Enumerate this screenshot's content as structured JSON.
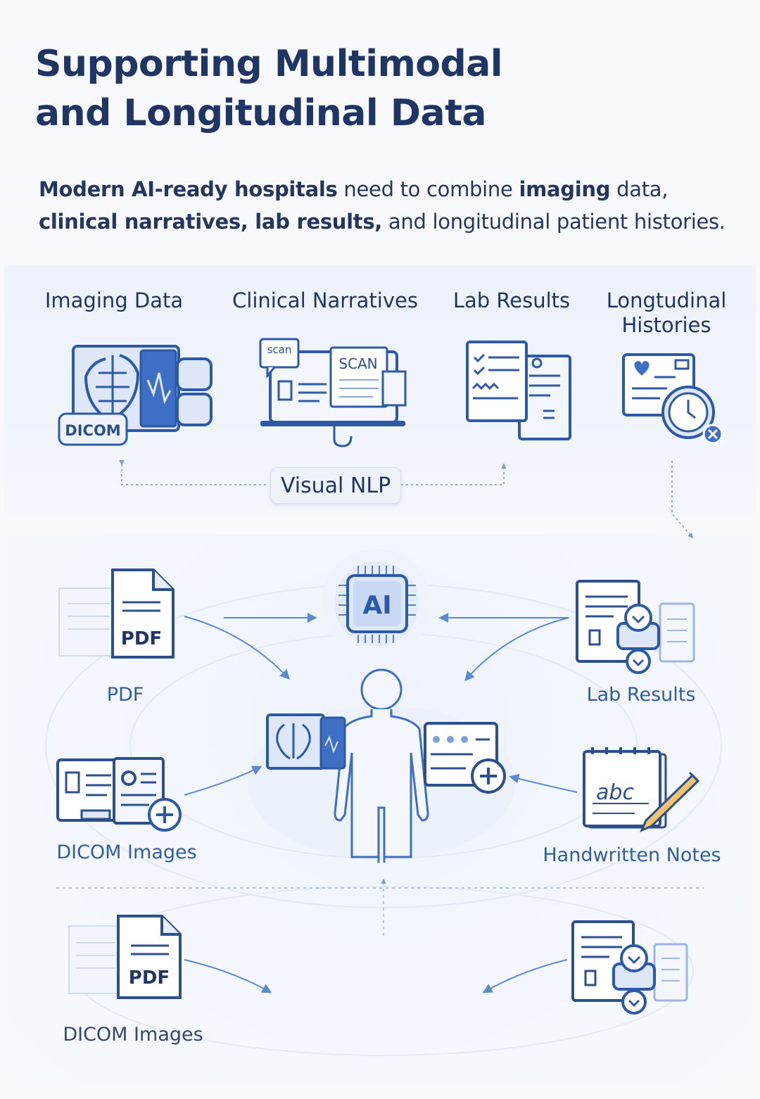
{
  "header": {
    "title_line1": "Supporting Multimodal",
    "title_line2": "and Longitudinal Data"
  },
  "intro": {
    "p1": "Modern AI-ready hospitals",
    "p2": " need to combine ",
    "p3": "imaging",
    "p4": " data,",
    "p5": "clinical narratives, lab results,",
    "p6": " and longitudinal patient histories."
  },
  "columns": [
    {
      "label": "Imaging Data"
    },
    {
      "label": "Clinical Narratives"
    },
    {
      "label": "Lab Results"
    },
    {
      "label": "Longtudinal Histories"
    }
  ],
  "badges": {
    "dicom": "DICOM",
    "scan_small": "scan",
    "scan_large": "SCAN",
    "pdf": "PDF",
    "ai": "AI",
    "abc": "abc"
  },
  "visual_nlp": "Visual NLP",
  "nodes": {
    "pdf": "PDF",
    "lab_results": "Lab Results",
    "dicom_images": "DICOM Images",
    "handwritten_notes": "Handwritten Notes",
    "dicom_images_bottom": "DICOM Images"
  },
  "colors": {
    "accent": "#3d6fc4",
    "navy": "#1f3566",
    "light_fill": "#dde7f7",
    "line": "#5a8ad6"
  },
  "icons": [
    "xray-icon",
    "scanner-icon",
    "checklist-icon",
    "history-clock-icon",
    "pdf-file-icon",
    "ai-chip-icon",
    "lab-report-icon",
    "human-body-icon",
    "monitor-add-icon",
    "notepad-pencil-icon"
  ]
}
